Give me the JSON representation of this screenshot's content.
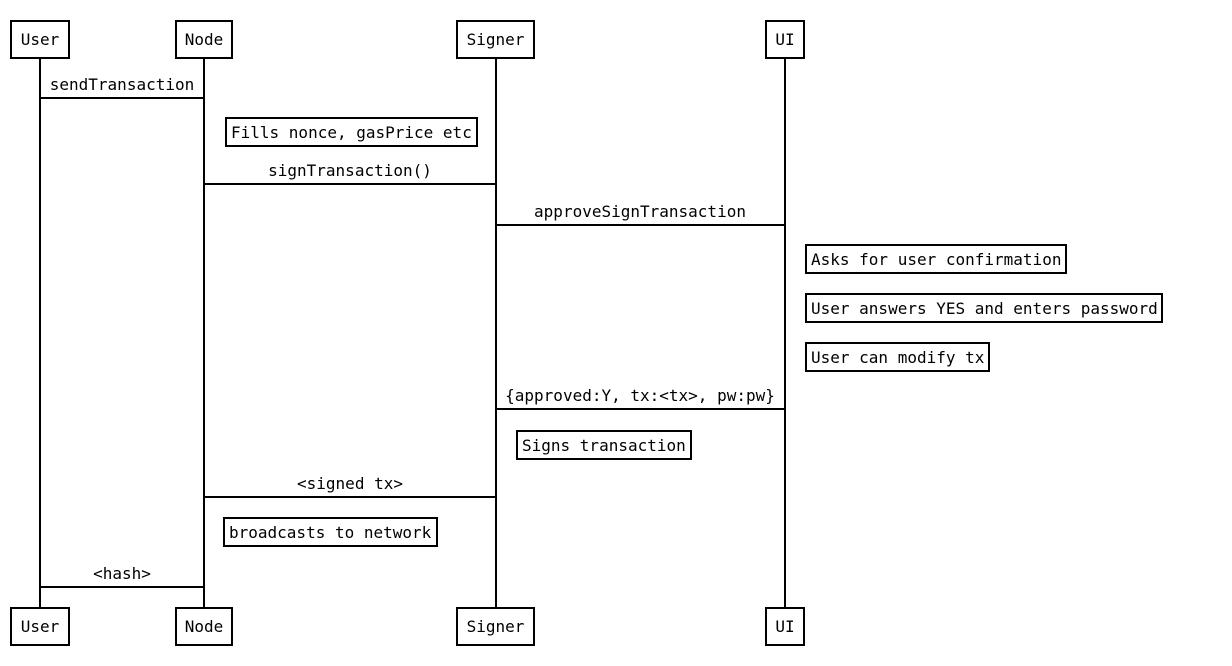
{
  "diagram": {
    "type": "sequence-diagram",
    "colors": {
      "stroke": "#000000",
      "background": "#ffffff",
      "text": "#000000"
    },
    "participants": [
      {
        "name": "User"
      },
      {
        "name": "Node"
      },
      {
        "name": "Signer"
      },
      {
        "name": "UI"
      }
    ],
    "messages": [
      {
        "from": "User",
        "to": "Node",
        "label": "sendTransaction"
      },
      {
        "from": "Node",
        "to": "Signer",
        "label": "signTransaction()"
      },
      {
        "from": "Signer",
        "to": "UI",
        "label": "approveSignTransaction"
      },
      {
        "from": "UI",
        "to": "Signer",
        "label": "{approved:Y, tx:<tx>, pw:pw}"
      },
      {
        "from": "Signer",
        "to": "Node",
        "label": "<signed tx>"
      },
      {
        "from": "Node",
        "to": "User",
        "label": "<hash>"
      }
    ],
    "notes": [
      {
        "over": "Node",
        "label": "Fills nonce, gasPrice etc"
      },
      {
        "over": "UI",
        "label": "Asks for user confirmation"
      },
      {
        "over": "UI",
        "label": "User answers YES and enters password"
      },
      {
        "over": "UI",
        "label": "User can modify tx"
      },
      {
        "over": "Signer",
        "label": "Signs transaction"
      },
      {
        "over": "Node",
        "label": "broadcasts to network"
      }
    ]
  }
}
